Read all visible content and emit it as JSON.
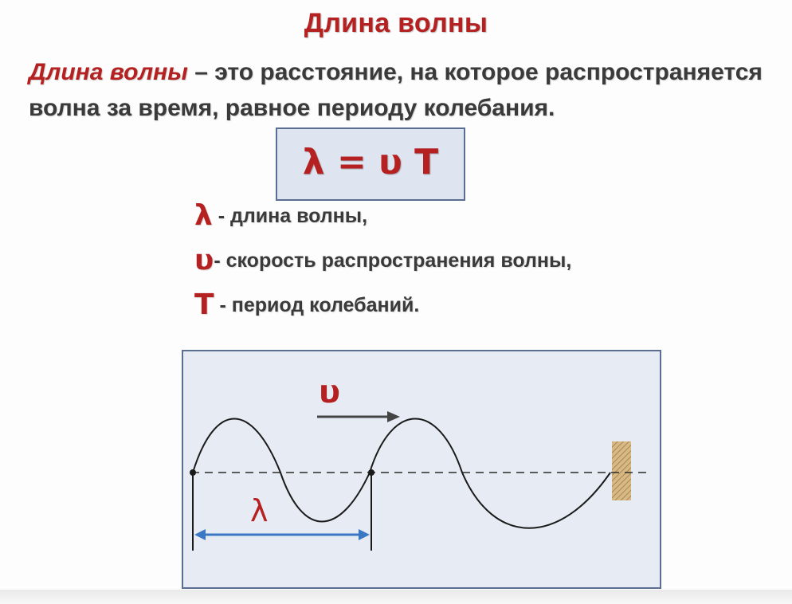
{
  "slide": {
    "title": "Длина волны",
    "definition": {
      "term": "Длина волны",
      "text": " – это расстояние, на которое распространяется волна за время, равное периоду колебания."
    },
    "formula": "λ = υ T",
    "legend": [
      {
        "symbol": "λ",
        "text": " - длина волны,"
      },
      {
        "symbol": "υ",
        "text": "- скорость распространения волны,"
      },
      {
        "symbol": "T",
        "text": " - период колебаний."
      }
    ],
    "diagram": {
      "velocity_label": "υ",
      "wavelength_label": "λ"
    },
    "colors": {
      "accent": "#b52121",
      "text": "#3a3a3a",
      "box_fill": "#dfe5f0",
      "box_border": "#5a6e91",
      "arrow": "#3b78c4"
    }
  }
}
